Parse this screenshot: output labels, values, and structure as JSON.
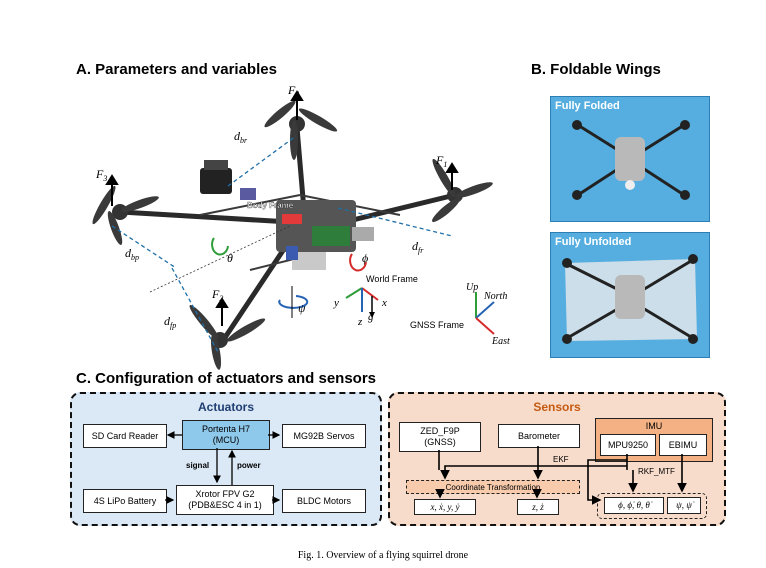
{
  "sections": {
    "a_title": "A. Parameters and variables",
    "b_title": "B. Foldable Wings",
    "c_title": "C. Configuration of actuators and sensors"
  },
  "drone_labels": {
    "f1": "F",
    "f1_sub": "1",
    "f2": "F",
    "f2_sub": "2",
    "f3": "F",
    "f3_sub": "3",
    "f4": "F",
    "f4_sub": "4",
    "dbr": "d",
    "dbr_sub": "br",
    "dfr": "d",
    "dfr_sub": "fr",
    "dbp": "d",
    "dbp_sub": "bp",
    "dfp": "d",
    "dfp_sub": "fp",
    "body_frame": "Body Frame",
    "theta": "θ",
    "phi": "ϕ",
    "psi": "ψ",
    "world_frame": "World Frame",
    "x": "x",
    "y": "y",
    "z": "z",
    "g": "g",
    "up": "Up",
    "north": "North",
    "east": "East",
    "gnss_frame": "GNSS Frame"
  },
  "photos": {
    "folded_label": "Fully Folded",
    "unfolded_label": "Fully Unfolded"
  },
  "actuators": {
    "title": "Actuators",
    "sd": "SD Card Reader",
    "mcu_line1": "Portenta H7",
    "mcu_line2": "(MCU)",
    "servos": "MG92B Servos",
    "signal": "signal",
    "power": "power",
    "battery": "4S LiPo Battery",
    "esc_line1": "Xrotor FPV G2",
    "esc_line2": "(PDB&ESC 4 in 1)",
    "bldc": "BLDC Motors"
  },
  "sensors": {
    "title": "Sensors",
    "gnss_line1": "ZED_F9P",
    "gnss_line2": "(GNSS)",
    "barometer": "Barometer",
    "imu": "IMU",
    "mpu": "MPU9250",
    "ebimu": "EBIMU",
    "ekf": "EKF",
    "rkf": "RKF_MTF",
    "coord": "Coordinate Transformation",
    "out_xy": "x, ẋ, y, ẏ",
    "out_z": "z, ż",
    "out_att": "ϕ, ϕ̇, θ, θ̇",
    "out_psi": "ψ, ψ̇"
  },
  "caption": "Fig. 1.   Overview of a flying squirrel drone",
  "colors": {
    "actuator_panel": "#dbe8f5",
    "actuator_title": "#1f3f73",
    "mcu_fill": "#8ec8ea",
    "sensor_panel": "#f8dccb",
    "sensor_title": "#c55a11",
    "imu_fill": "#f4b183",
    "photo_bg": "#56aee0"
  }
}
